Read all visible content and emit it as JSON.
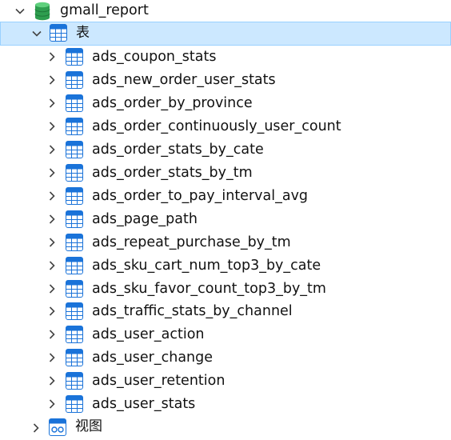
{
  "database": {
    "name": "gmall_report",
    "icon": "database-icon",
    "icon_color": "#2e9e4f",
    "expanded": true
  },
  "tables_folder": {
    "label": "表",
    "icon": "table-folder-icon",
    "expanded": true,
    "selected": true
  },
  "tables": [
    {
      "name": "ads_coupon_stats"
    },
    {
      "name": "ads_new_order_user_stats"
    },
    {
      "name": "ads_order_by_province"
    },
    {
      "name": "ads_order_continuously_user_count"
    },
    {
      "name": "ads_order_stats_by_cate"
    },
    {
      "name": "ads_order_stats_by_tm"
    },
    {
      "name": "ads_order_to_pay_interval_avg"
    },
    {
      "name": "ads_page_path"
    },
    {
      "name": "ads_repeat_purchase_by_tm"
    },
    {
      "name": "ads_sku_cart_num_top3_by_cate"
    },
    {
      "name": "ads_sku_favor_count_top3_by_tm"
    },
    {
      "name": "ads_traffic_stats_by_channel"
    },
    {
      "name": "ads_user_action"
    },
    {
      "name": "ads_user_change"
    },
    {
      "name": "ads_user_retention"
    },
    {
      "name": "ads_user_stats"
    }
  ],
  "views_folder": {
    "label": "视图",
    "icon": "view-folder-icon",
    "expanded": false
  },
  "colors": {
    "selection_bg": "#cce8ff",
    "selection_border": "#99d1ff",
    "table_icon": "#1a73d9",
    "chevron": "#444444"
  }
}
